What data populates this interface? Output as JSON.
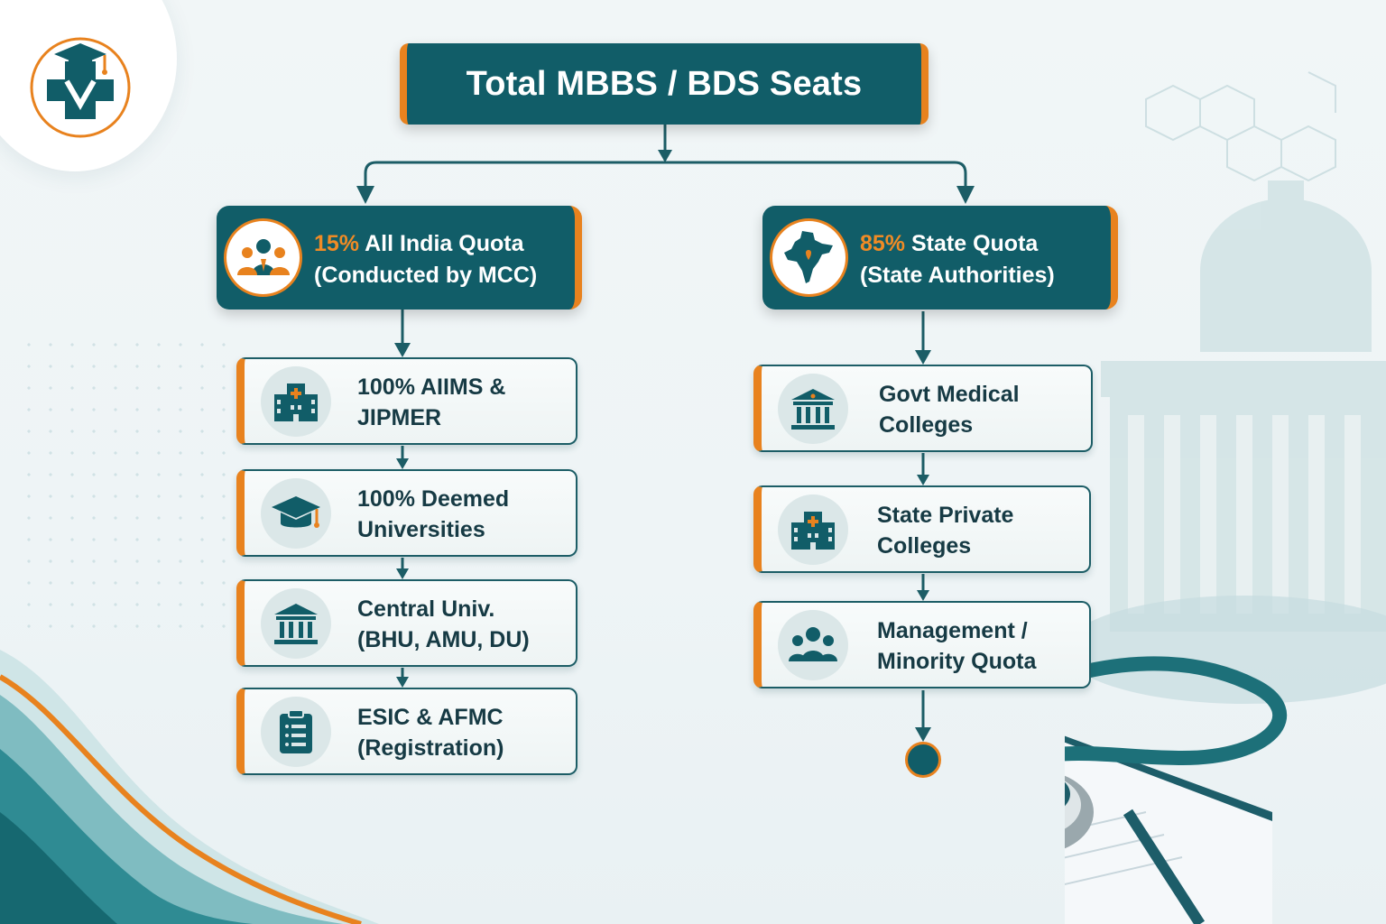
{
  "title": "Total MBBS / BDS Seats",
  "colors": {
    "teal": "#115d68",
    "orange": "#e8821e",
    "text_dark": "#163a44"
  },
  "left_branch": {
    "percent": "15%",
    "label": "All India Quota",
    "sub": "(Conducted by MCC)",
    "icon": "people-group-icon",
    "items": [
      {
        "line1": "100% AIIMS &",
        "line2": "JIPMER",
        "icon": "hospital-building-icon"
      },
      {
        "line1": "100% Deemed",
        "line2": "Universities",
        "icon": "graduation-cap-icon"
      },
      {
        "line1": "Central Univ.",
        "line2": "(BHU, AMU, DU)",
        "icon": "university-building-icon"
      },
      {
        "line1": "ESIC & AFMC",
        "line2": "(Registration)",
        "icon": "clipboard-list-icon"
      }
    ]
  },
  "right_branch": {
    "percent": "85%",
    "label": "State Quota",
    "sub": "(State Authorities)",
    "icon": "india-map-icon",
    "items": [
      {
        "line1": "Govt Medical",
        "line2": "Colleges",
        "icon": "government-building-icon"
      },
      {
        "line1": "State Private",
        "line2": "Colleges",
        "icon": "hospital-building-icon"
      },
      {
        "line1": "Management /",
        "line2": "Minority Quota",
        "icon": "people-group-icon"
      }
    ]
  }
}
